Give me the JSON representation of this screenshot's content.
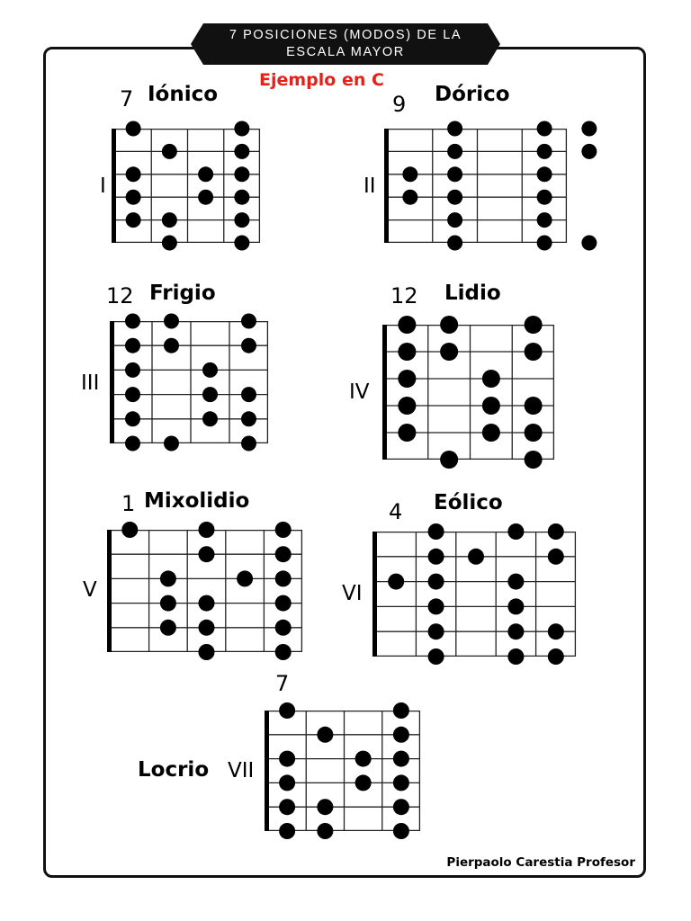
{
  "header": {
    "title_line1": "7 POSICIONES (MODOS) DE LA",
    "title_line2": "ESCALA MAYOR",
    "subtitle": "Ejemplo en C",
    "subtitle_color": "#e8201a"
  },
  "footer": {
    "author": "Pierpaolo Carestia Profesor"
  },
  "modes": [
    {
      "name": "Iónico",
      "fret": "7",
      "position": "I",
      "frets": 4,
      "dots": [
        [
          0,
          1
        ],
        [
          0,
          4
        ],
        [
          1,
          2
        ],
        [
          1,
          4
        ],
        [
          2,
          1
        ],
        [
          2,
          3
        ],
        [
          2,
          4
        ],
        [
          3,
          1
        ],
        [
          3,
          3
        ],
        [
          3,
          4
        ],
        [
          4,
          1
        ],
        [
          4,
          2
        ],
        [
          4,
          4
        ],
        [
          5,
          2
        ],
        [
          5,
          4
        ]
      ]
    },
    {
      "name": "Dórico",
      "fret": "9",
      "position": "II",
      "frets": 4,
      "dots": [
        [
          0,
          2
        ],
        [
          0,
          4
        ],
        [
          0,
          5
        ],
        [
          1,
          2
        ],
        [
          1,
          4
        ],
        [
          1,
          5
        ],
        [
          2,
          1
        ],
        [
          2,
          2
        ],
        [
          2,
          4
        ],
        [
          3,
          1
        ],
        [
          3,
          2
        ],
        [
          3,
          4
        ],
        [
          4,
          2
        ],
        [
          4,
          4
        ],
        [
          5,
          2
        ],
        [
          5,
          4
        ],
        [
          5,
          5
        ]
      ]
    },
    {
      "name": "Frigio",
      "fret": "12",
      "position": "III",
      "frets": 4,
      "dots": [
        [
          0,
          1
        ],
        [
          0,
          2
        ],
        [
          0,
          4
        ],
        [
          1,
          1
        ],
        [
          1,
          2
        ],
        [
          1,
          4
        ],
        [
          2,
          1
        ],
        [
          2,
          3
        ],
        [
          3,
          1
        ],
        [
          3,
          3
        ],
        [
          3,
          4
        ],
        [
          4,
          1
        ],
        [
          4,
          3
        ],
        [
          4,
          4
        ],
        [
          5,
          1
        ],
        [
          5,
          2
        ],
        [
          5,
          4
        ]
      ]
    },
    {
      "name": "Lidio",
      "fret": "12",
      "position": "IV",
      "frets": 4,
      "dots": [
        [
          0,
          1
        ],
        [
          0,
          2
        ],
        [
          0,
          4
        ],
        [
          1,
          1
        ],
        [
          1,
          2
        ],
        [
          1,
          4
        ],
        [
          2,
          1
        ],
        [
          2,
          3
        ],
        [
          3,
          1
        ],
        [
          3,
          3
        ],
        [
          3,
          4
        ],
        [
          4,
          1
        ],
        [
          4,
          3
        ],
        [
          4,
          4
        ],
        [
          5,
          2
        ],
        [
          5,
          4
        ]
      ]
    },
    {
      "name": "Mixolidio",
      "fret": "1",
      "position": "V",
      "frets": 5,
      "dots": [
        [
          0,
          1
        ],
        [
          0,
          3
        ],
        [
          0,
          5
        ],
        [
          1,
          3
        ],
        [
          1,
          5
        ],
        [
          2,
          2
        ],
        [
          2,
          4
        ],
        [
          2,
          5
        ],
        [
          3,
          2
        ],
        [
          3,
          3
        ],
        [
          3,
          5
        ],
        [
          4,
          2
        ],
        [
          4,
          3
        ],
        [
          4,
          5
        ],
        [
          5,
          3
        ],
        [
          5,
          5
        ]
      ]
    },
    {
      "name": "Eólico",
      "fret": "4",
      "position": "VI",
      "frets": 5,
      "dots": [
        [
          0,
          2
        ],
        [
          0,
          4
        ],
        [
          0,
          5
        ],
        [
          1,
          2
        ],
        [
          1,
          3
        ],
        [
          1,
          5
        ],
        [
          2,
          1
        ],
        [
          2,
          2
        ],
        [
          2,
          4
        ],
        [
          3,
          2
        ],
        [
          3,
          4
        ],
        [
          4,
          2
        ],
        [
          4,
          4
        ],
        [
          4,
          5
        ],
        [
          5,
          2
        ],
        [
          5,
          4
        ],
        [
          5,
          5
        ]
      ]
    },
    {
      "name": "Locrio",
      "fret": "7",
      "position": "VII",
      "frets": 4,
      "dots": [
        [
          0,
          1
        ],
        [
          0,
          4
        ],
        [
          1,
          2
        ],
        [
          1,
          4
        ],
        [
          2,
          1
        ],
        [
          2,
          3
        ],
        [
          2,
          4
        ],
        [
          3,
          1
        ],
        [
          3,
          3
        ],
        [
          3,
          4
        ],
        [
          4,
          1
        ],
        [
          4,
          2
        ],
        [
          4,
          4
        ],
        [
          5,
          1
        ],
        [
          5,
          2
        ],
        [
          5,
          4
        ]
      ]
    }
  ]
}
